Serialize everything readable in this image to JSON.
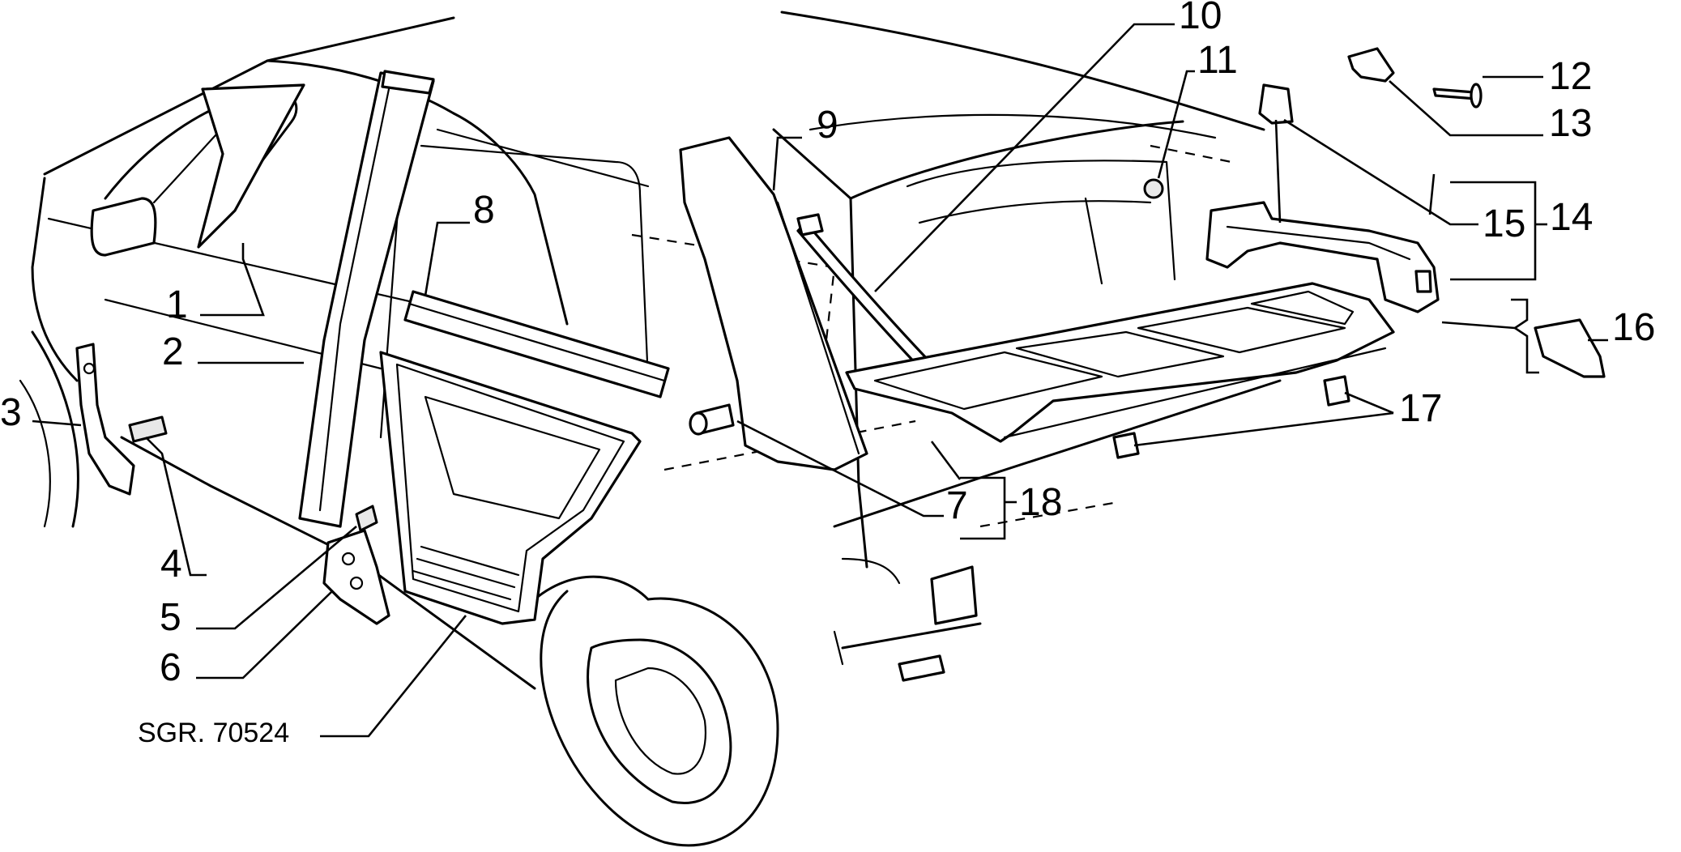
{
  "drawing_ref": "SGR. 70524",
  "callouts": [
    {
      "id": "1",
      "label": "1"
    },
    {
      "id": "2",
      "label": "2"
    },
    {
      "id": "3",
      "label": "3"
    },
    {
      "id": "4",
      "label": "4"
    },
    {
      "id": "5",
      "label": "5"
    },
    {
      "id": "6",
      "label": "6"
    },
    {
      "id": "7",
      "label": "7"
    },
    {
      "id": "8",
      "label": "8"
    },
    {
      "id": "9",
      "label": "9"
    },
    {
      "id": "10",
      "label": "10"
    },
    {
      "id": "11",
      "label": "11"
    },
    {
      "id": "12",
      "label": "12"
    },
    {
      "id": "13",
      "label": "13"
    },
    {
      "id": "14",
      "label": "14"
    },
    {
      "id": "15",
      "label": "15"
    },
    {
      "id": "16",
      "label": "16"
    },
    {
      "id": "17",
      "label": "17"
    },
    {
      "id": "18",
      "label": "18"
    }
  ]
}
